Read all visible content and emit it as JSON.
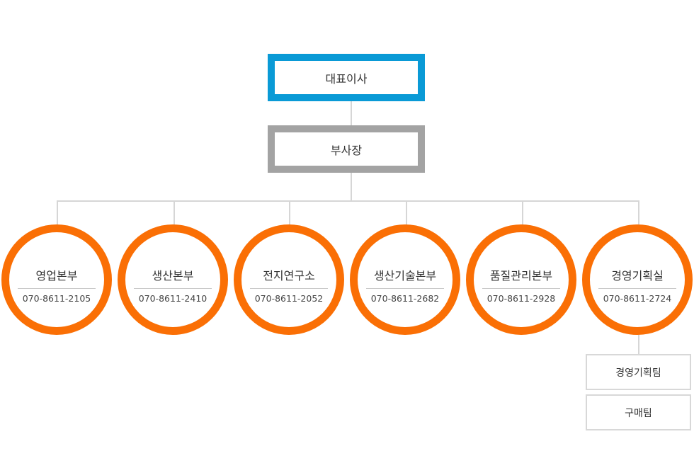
{
  "ceo": {
    "label": "대표이사"
  },
  "vice_president": {
    "label": "부사장"
  },
  "divisions": [
    {
      "name": "영업본부",
      "phone": "070-8611-2105"
    },
    {
      "name": "생산본부",
      "phone": "070-8611-2410"
    },
    {
      "name": "전지연구소",
      "phone": "070-8611-2052"
    },
    {
      "name": "생산기술본부",
      "phone": "070-8611-2682"
    },
    {
      "name": "품질관리본부",
      "phone": "070-8611-2928"
    },
    {
      "name": "경영기획실",
      "phone": "070-8611-2724"
    }
  ],
  "teams": [
    {
      "name": "경영기획팀"
    },
    {
      "name": "구매팀"
    }
  ],
  "colors": {
    "ceo_border": "#0a9ad6",
    "vp_border": "#a3a3a3",
    "division_ring": "#fa6f05",
    "connector": "#d6d6d6"
  }
}
